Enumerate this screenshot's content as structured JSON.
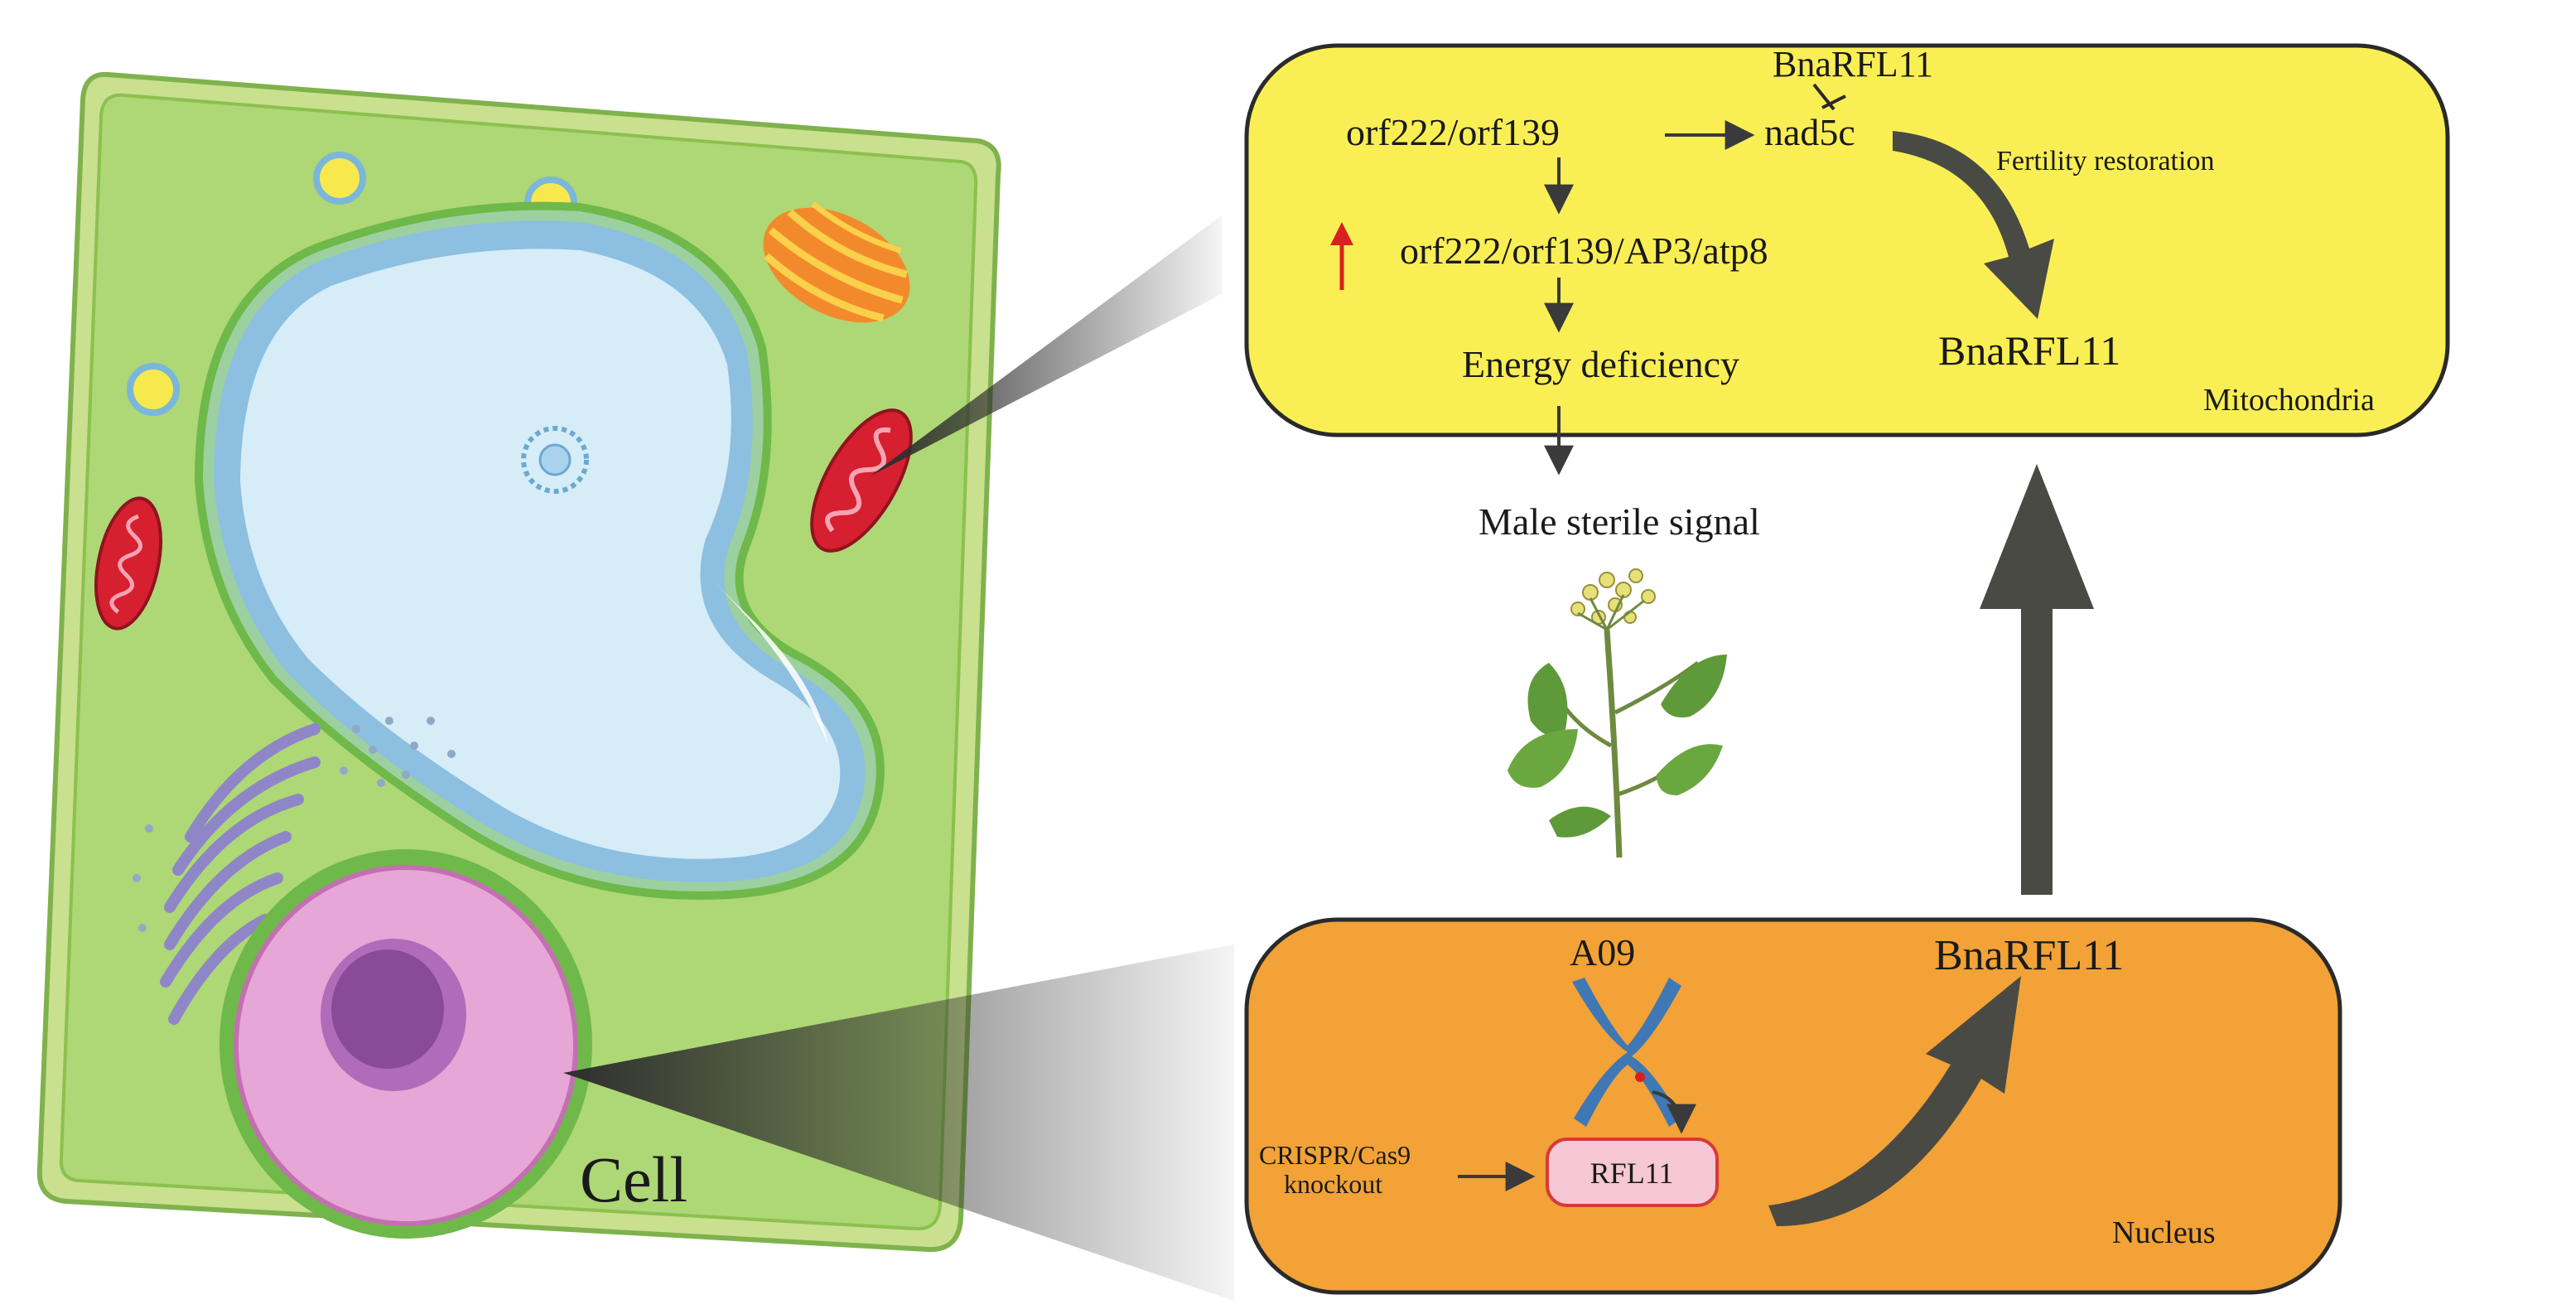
{
  "cell": {
    "label": "Cell"
  },
  "mitochondria": {
    "label": "Mitochondria",
    "gene_top": "BnaRFL11",
    "orf": "orf222/orf139",
    "nad5c": "nad5c",
    "fertility": "Fertility restoration",
    "co_transcript": "orf222/orf139/AP3/atp8",
    "energy": "Energy deficiency",
    "protein": "BnaRFL11"
  },
  "male_sterile": {
    "label": "Male sterile signal"
  },
  "nucleus": {
    "label": "Nucleus",
    "chromosome": "A09",
    "gene_box": "RFL11",
    "crispr_line1": "CRISPR/Cas9",
    "crispr_line2": "knockout",
    "output": "BnaRFL11"
  },
  "colors": {
    "cell_wall": "#c9e08f",
    "cytoplasm": "#a9d36b",
    "vacuole": "#d6ecf7",
    "vacuole_border": "#8cbfe0",
    "nucleus_fill": "#e6a6d6",
    "nucleolus": "#8a4b96",
    "golgi": "#8f86c8",
    "chloroplast": "#f28a2c",
    "mito": "#d61f2f",
    "mito_box": "#f9ef55",
    "nucleus_box": "#f2a236",
    "arrow": "#4a4a44",
    "red_arrow": "#d92020",
    "rfl_box": "#f6c7d4",
    "chromosome": "#3f78b5"
  }
}
